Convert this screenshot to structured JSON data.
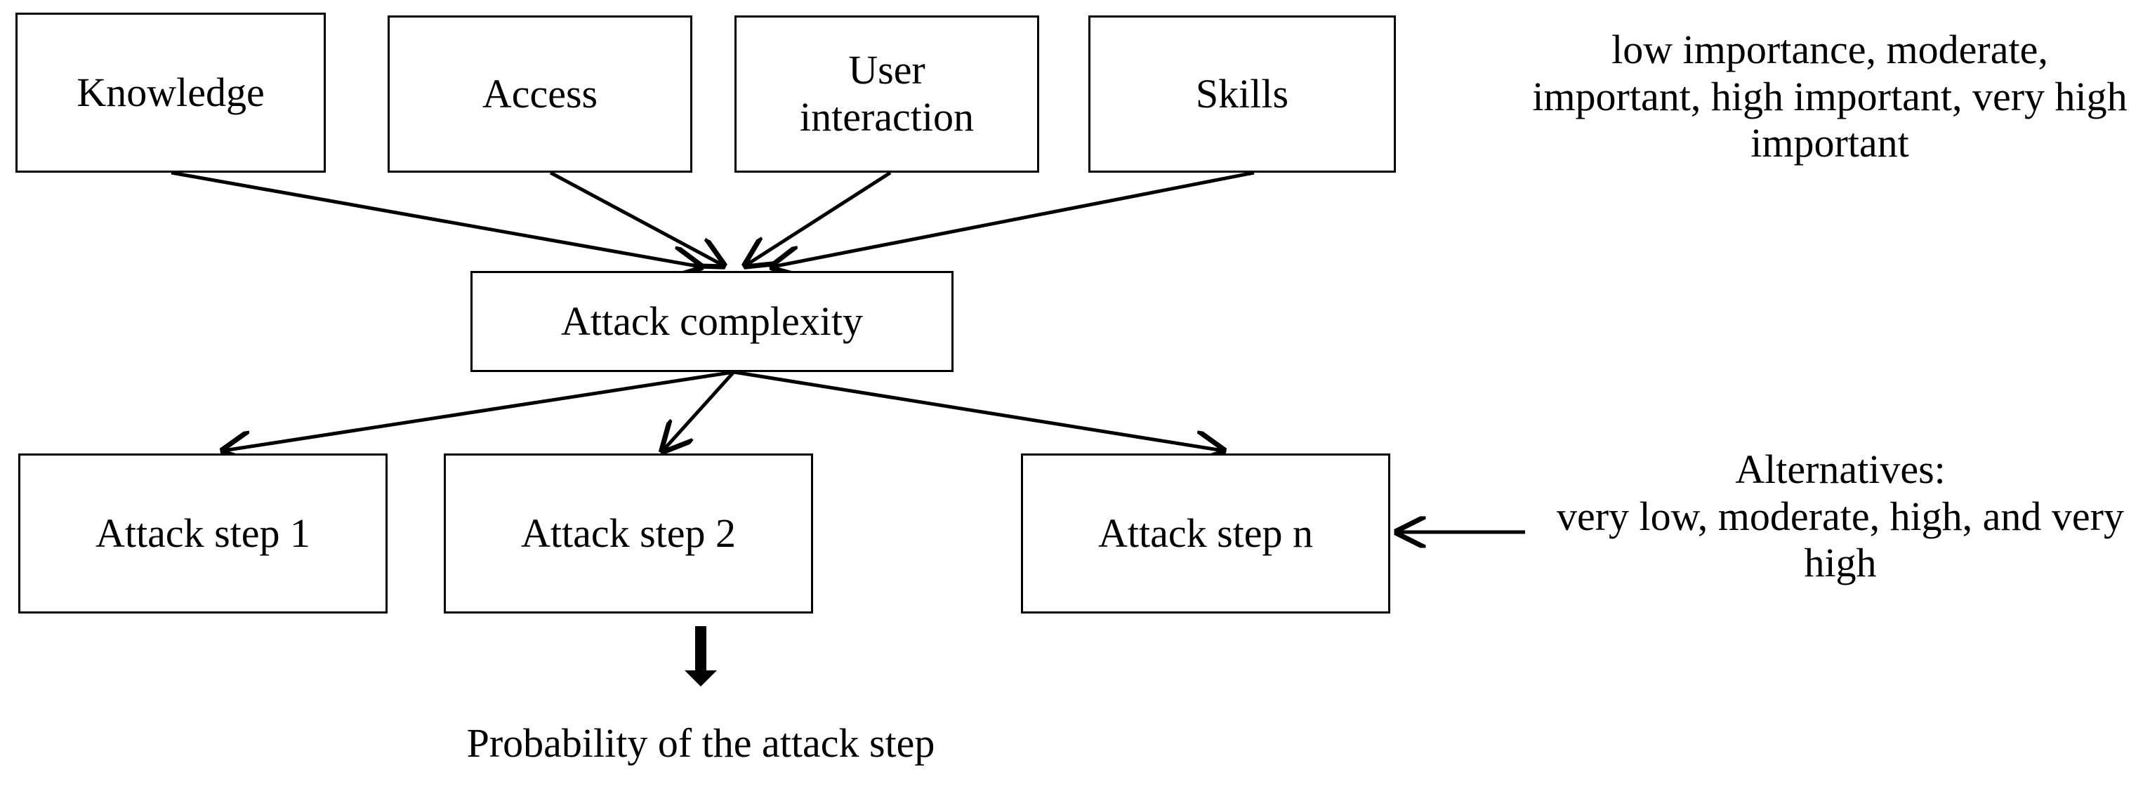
{
  "factors": [
    "Knowledge",
    "Access",
    "User\ninteraction",
    "Skills"
  ],
  "complexity": "Attack complexity",
  "steps": [
    "Attack step 1",
    "Attack step 2",
    "Attack step n"
  ],
  "importance_note": "low importance, moderate, important, high important, very high important",
  "alternatives_note": {
    "heading": "Alternatives:",
    "body": "very low, moderate, high, and very high"
  },
  "probability_label": "Probability of the attack step"
}
